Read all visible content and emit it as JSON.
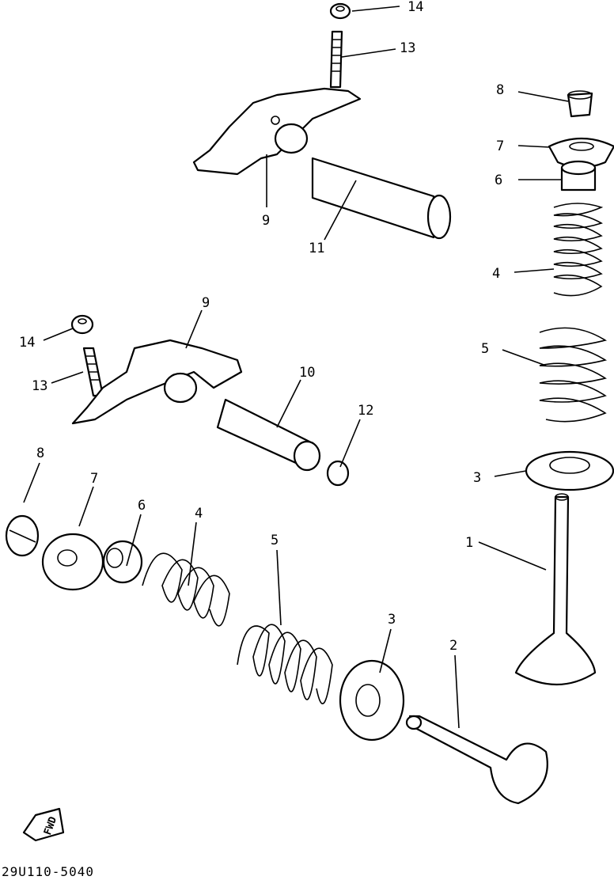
{
  "diagram": {
    "callouts": [
      "14",
      "13",
      "8",
      "7",
      "6",
      "4",
      "5",
      "3",
      "1",
      "9",
      "11",
      "9",
      "14",
      "13",
      "10",
      "12",
      "8",
      "7",
      "6",
      "4",
      "5",
      "3",
      "2"
    ],
    "fwd_mark": "FWD",
    "drawing_code": "29U110-5040"
  }
}
